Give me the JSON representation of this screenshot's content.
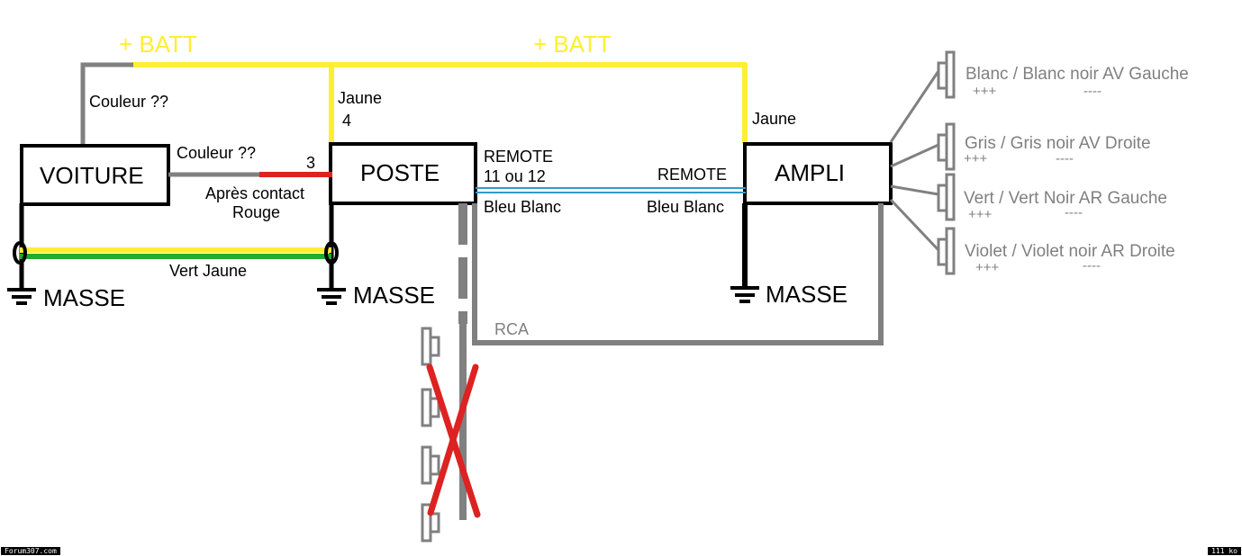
{
  "labels": {
    "batt_left": "+ BATT",
    "batt_right": "+ BATT",
    "couleur_top": "Couleur ??",
    "couleur_mid": "Couleur ??",
    "jaune_4": "Jaune",
    "four": "4",
    "three": "3",
    "apres_contact": "Après contact",
    "rouge": "Rouge",
    "vert_jaune": "Vert Jaune",
    "jaune_ampli": "Jaune",
    "remote_left": "REMOTE",
    "remote_left_2": "11 ou 12",
    "remote_right": "REMOTE",
    "bleu_blanc_left": "Bleu Blanc",
    "bleu_blanc_right": "Bleu Blanc",
    "rca": "RCA",
    "masse_1": "MASSE",
    "masse_2": "MASSE",
    "masse_3": "MASSE"
  },
  "boxes": {
    "voiture": "VOITURE",
    "poste": "POSTE",
    "ampli": "AMPLI"
  },
  "speakers": [
    {
      "label": "Blanc / Blanc noir AV Gauche",
      "plus": "+++",
      "minus": "----"
    },
    {
      "label": "Gris / Gris noir AV Droite",
      "plus": "+++",
      "minus": "----"
    },
    {
      "label": "Vert / Vert Noir AR Gauche",
      "plus": "+++",
      "minus": "----"
    },
    {
      "label": "Violet / Violet noir AR Droite",
      "plus": "+++",
      "minus": "----"
    }
  ],
  "footer": {
    "left": "Forum307.com",
    "right": "111 ko"
  },
  "colors": {
    "yellow": "#ffee33",
    "gray": "#808080",
    "red": "#dd2222",
    "green": "#22aa33",
    "blue": "#3399cc",
    "black": "#000000"
  }
}
